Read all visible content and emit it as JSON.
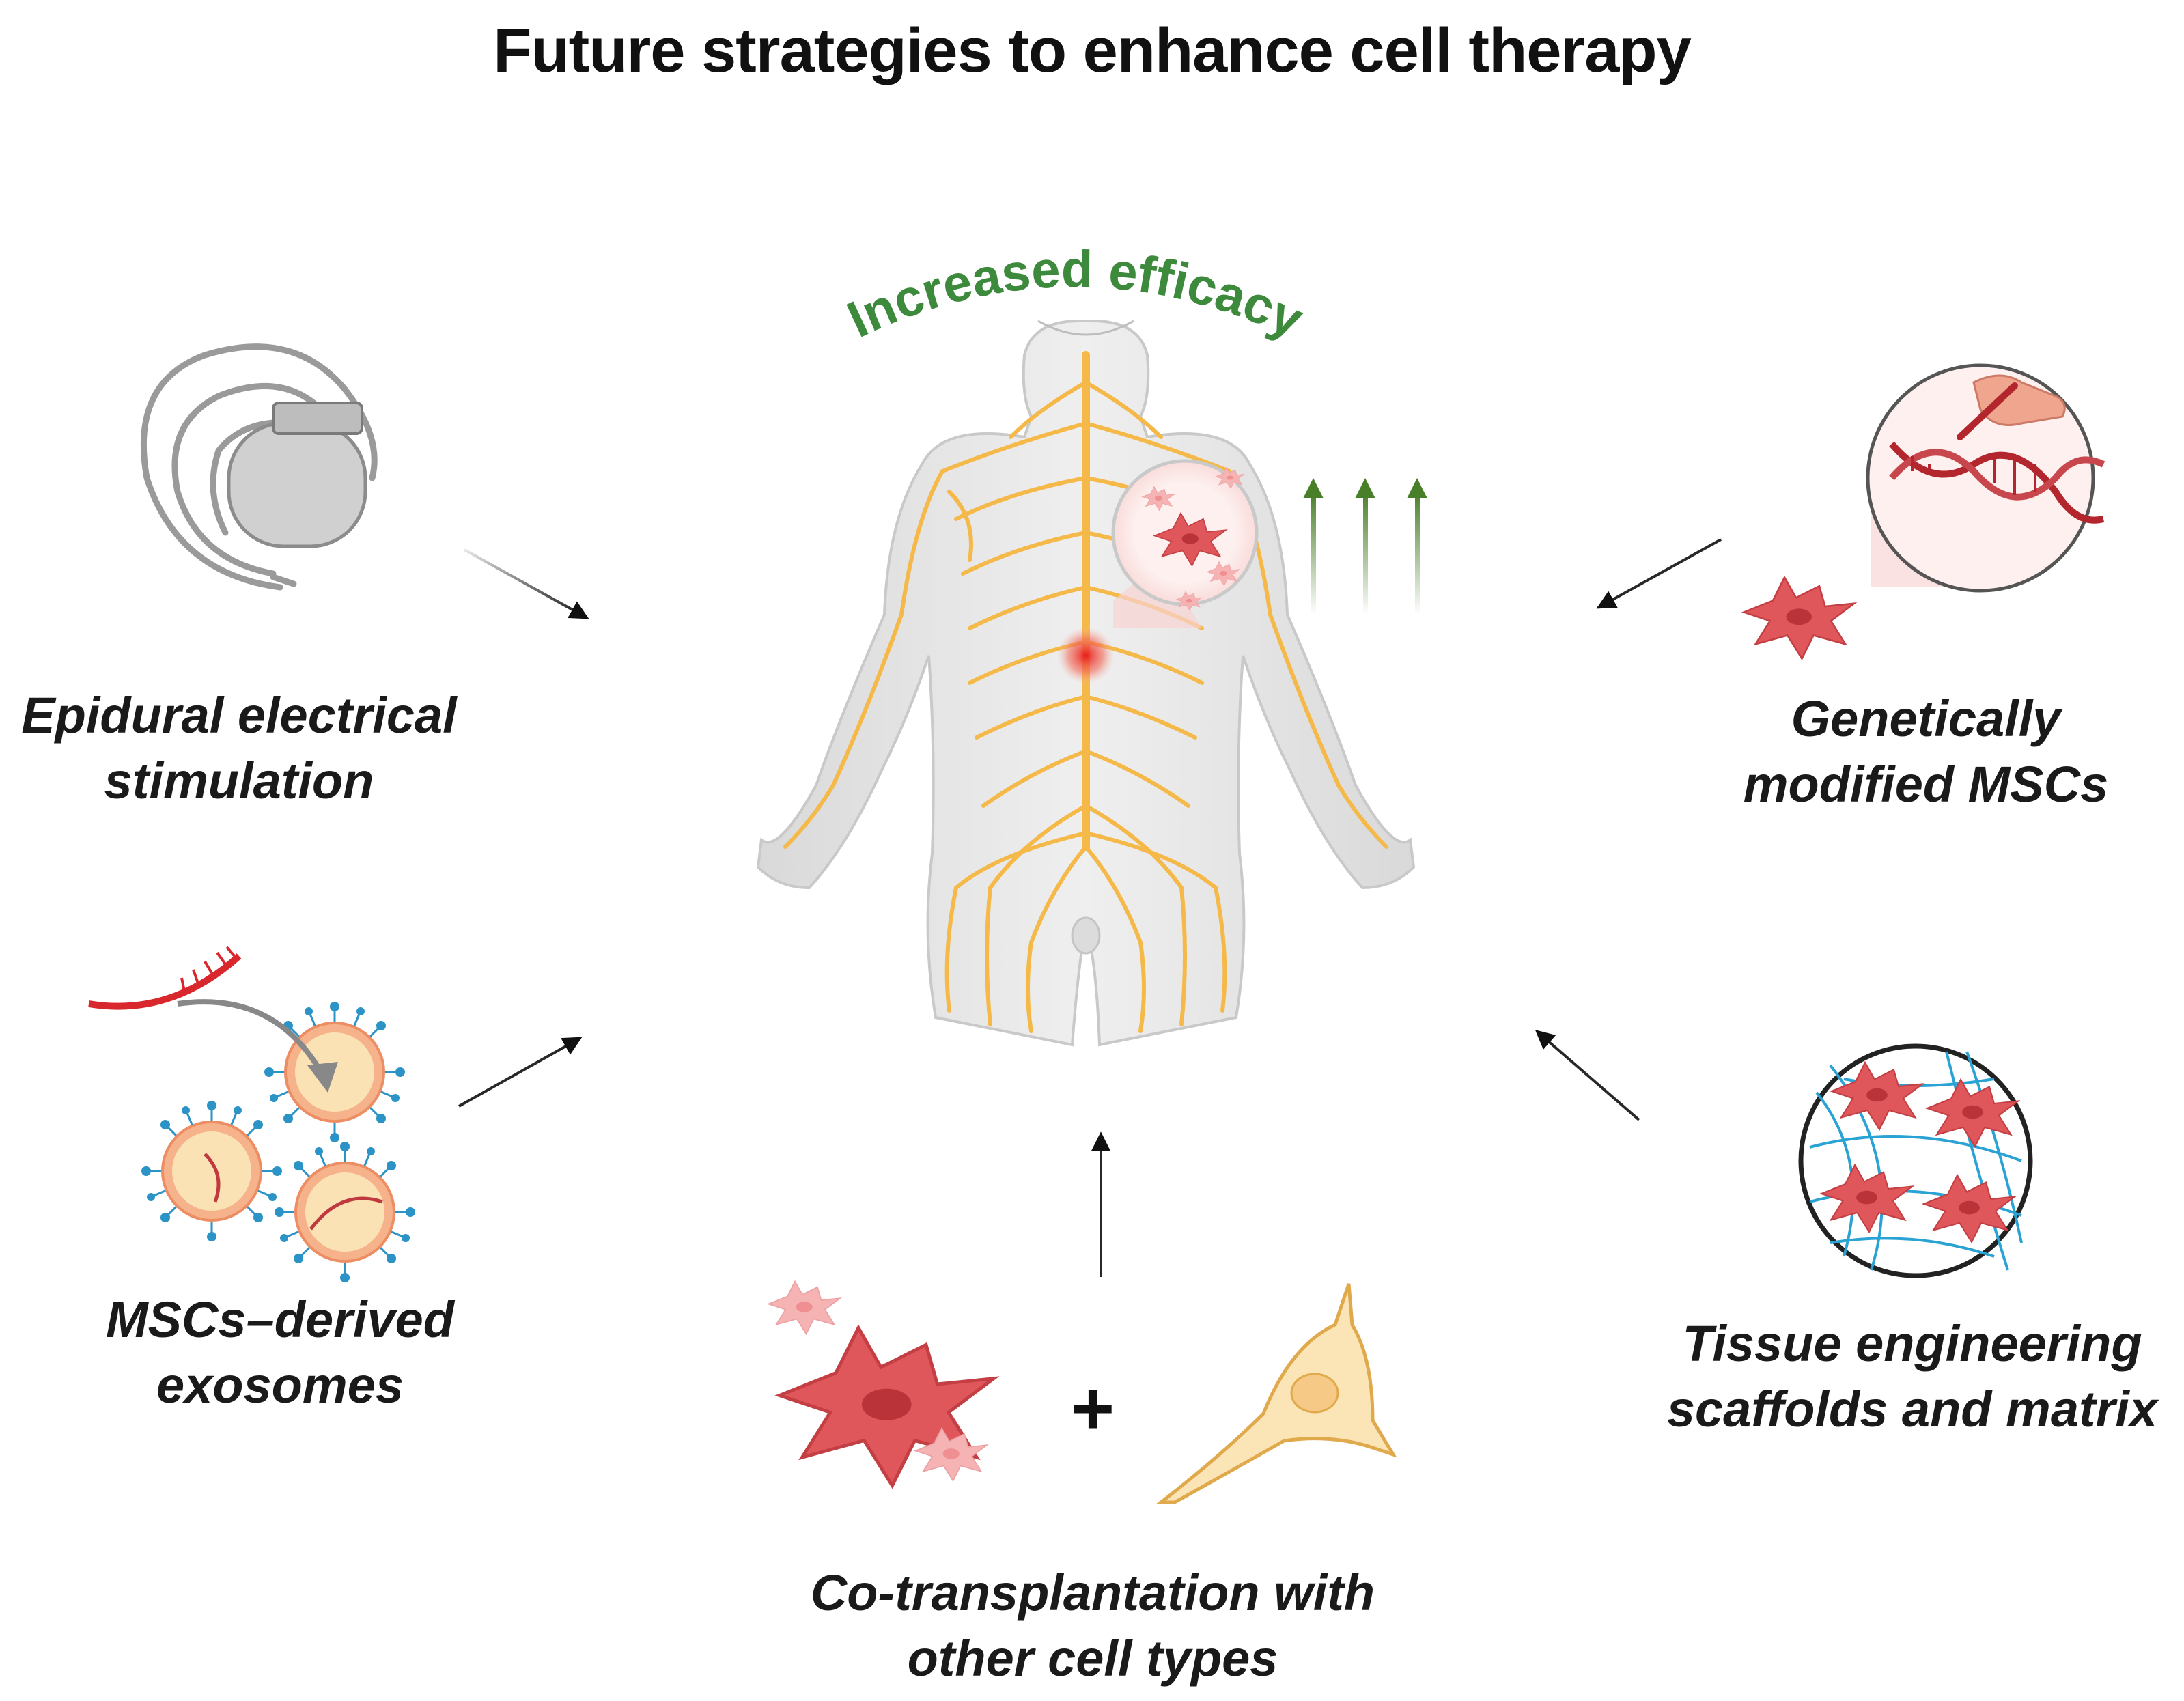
{
  "title": "Future strategies to enhance cell therapy",
  "center": {
    "efficacy_label": "Increased efficacy",
    "arrow_color": "#4a7f2a",
    "label_color": "#3d8a3d"
  },
  "strategies": {
    "epidural": {
      "line1": "Epidural electrical",
      "line2": "stimulation"
    },
    "genetic": {
      "line1": "Genetically",
      "line2": "modified MSCs"
    },
    "exosomes": {
      "line1": "MSCs–derived",
      "line2": "exosomes"
    },
    "tissue": {
      "line1": "Tissue engineering",
      "line2": "scaffolds and matrix"
    },
    "cotransplant": {
      "line1": "Co-transplantation with",
      "line2": "other cell types",
      "plus": "+"
    }
  },
  "colors": {
    "nerve": "#f5b94a",
    "body": "#e6e6e6",
    "msc": "#e0575b",
    "scaffold": "#2aa3d4",
    "exosome_fill": "#fbd9a0"
  }
}
